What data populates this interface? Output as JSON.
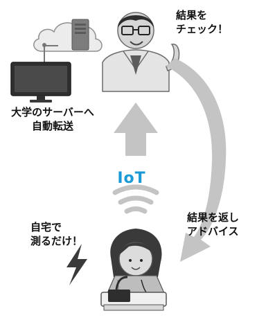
{
  "labels": {
    "server_line1": "大学のサーバーへ",
    "server_line2": "自動転送",
    "doctor_line1": "結果を",
    "doctor_line2": "チェック！",
    "patient_line1": "自宅で",
    "patient_line2": "測るだけ！",
    "advice_line1": "結果を返し",
    "advice_line2": "アドバイス",
    "iot": "IoT"
  },
  "colors": {
    "arrow": "#c4c4c4",
    "iot": "#1a9ad6",
    "text": "#111111"
  },
  "icons": {
    "server": "cloud-server-icon",
    "monitor": "monitor-icon",
    "doctor": "doctor-illustration",
    "patient": "patient-illustration",
    "wireless": "wifi-signal-icon",
    "lightning": "lightning-icon"
  }
}
